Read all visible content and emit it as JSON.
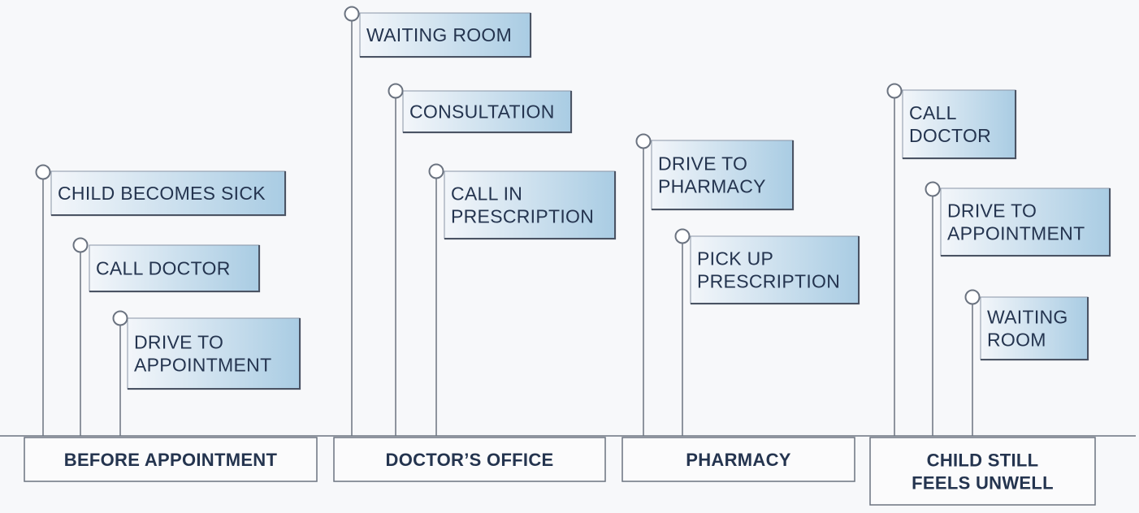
{
  "colors": {
    "line": "#6b7380",
    "flag_gradient_start": "#f3f6fa",
    "flag_gradient_end": "#a9cce3",
    "flag_border": "#4a5363",
    "text": "#24344f",
    "stage_box_fill": "#fbfbfc"
  },
  "stages": [
    {
      "id": "before",
      "label_lines": [
        "BEFORE APPOINTMENT"
      ]
    },
    {
      "id": "doctor",
      "label_lines": [
        "DOCTOR’S OFFICE"
      ]
    },
    {
      "id": "pharmacy",
      "label_lines": [
        "PHARMACY"
      ]
    },
    {
      "id": "unwell",
      "label_lines": [
        "CHILD STILL",
        "FEELS UNWELL"
      ]
    }
  ],
  "flags": [
    {
      "stage": "before",
      "lines": [
        "CHILD BECOMES SICK"
      ]
    },
    {
      "stage": "before",
      "lines": [
        "CALL DOCTOR"
      ]
    },
    {
      "stage": "before",
      "lines": [
        "DRIVE TO",
        "APPOINTMENT"
      ]
    },
    {
      "stage": "doctor",
      "lines": [
        "WAITING ROOM"
      ]
    },
    {
      "stage": "doctor",
      "lines": [
        "CONSULTATION"
      ]
    },
    {
      "stage": "doctor",
      "lines": [
        "CALL IN",
        "PRESCRIPTION"
      ]
    },
    {
      "stage": "pharmacy",
      "lines": [
        "DRIVE TO",
        "PHARMACY"
      ]
    },
    {
      "stage": "pharmacy",
      "lines": [
        "PICK UP",
        "PRESCRIPTION"
      ]
    },
    {
      "stage": "unwell",
      "lines": [
        "CALL",
        "DOCTOR"
      ]
    },
    {
      "stage": "unwell",
      "lines": [
        "DRIVE TO",
        "APPOINTMENT"
      ]
    },
    {
      "stage": "unwell",
      "lines": [
        "WAITING",
        "ROOM"
      ]
    }
  ]
}
